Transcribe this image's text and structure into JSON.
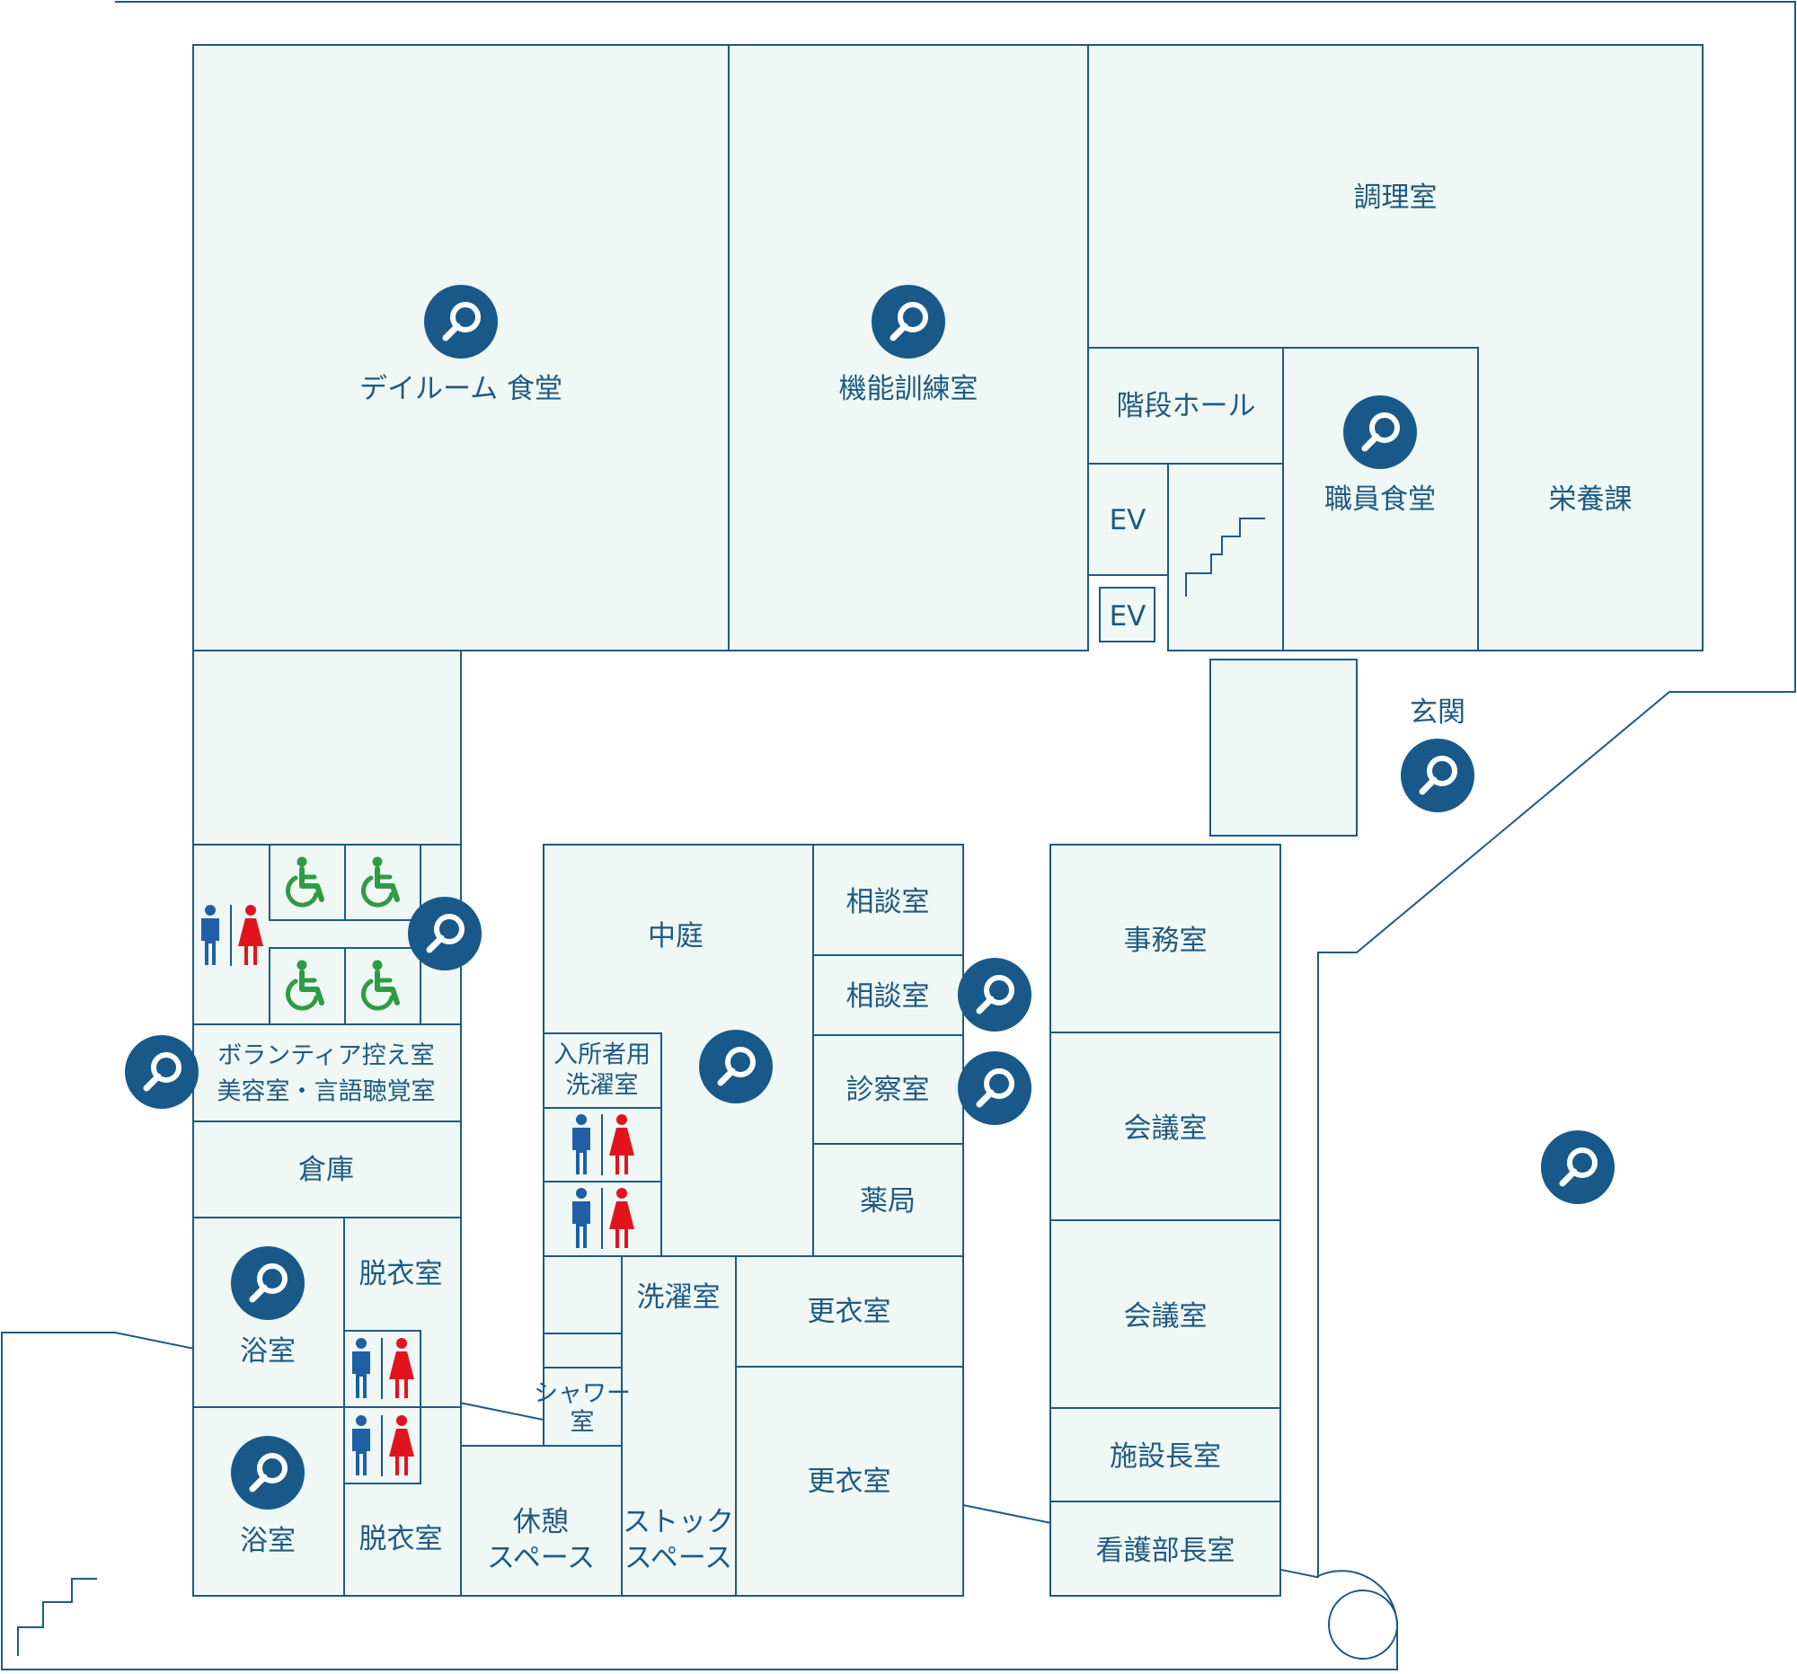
{
  "colors": {
    "room_fill": "#eff8f5",
    "wall": "#1f5a82",
    "label": "#1f5a82",
    "marker": "#19598a",
    "wheelchair": "#2e9c43",
    "men": "#1f5fa6",
    "women": "#e1141e"
  },
  "rooms": {
    "dayroom": "デイルーム 食堂",
    "training": "機能訓練室",
    "kitchen": "調理室",
    "stair_hall": "階段ホール",
    "staff_dining": "職員食堂",
    "nutrition": "栄養課",
    "ev_1": "EV",
    "ev_2": "EV",
    "entrance": "玄関",
    "courtyard": "中庭",
    "consult_1": "相談室",
    "consult_2": "相談室",
    "exam": "診察室",
    "pharmacy": "薬局",
    "office": "事務室",
    "meeting_1": "会議室",
    "meeting_2": "会議室",
    "director": "施設長室",
    "nursing_head": "看護部長室",
    "volunteer": "ボランティア控え室",
    "beauty": "美容室・言語聴覚室",
    "storage": "倉庫",
    "bath_1": "浴室",
    "bath_2": "浴室",
    "dressing_1": "脱衣室",
    "dressing_2": "脱衣室",
    "laundry_resident_1": "入所者用",
    "laundry_resident_2": "洗濯室",
    "laundry": "洗濯室",
    "shower_1": "シャワー",
    "shower_2": "室",
    "rest_1": "休憩",
    "rest_2": "スペース",
    "stock_1": "ストック",
    "stock_2": "スペース",
    "locker_1": "更衣室",
    "locker_2": "更衣室"
  },
  "icons": {
    "zoom": "magnifier-icon",
    "wheelchair": "wheelchair-icon",
    "restroom": "restroom-icon",
    "stairs": "stairs-icon"
  }
}
